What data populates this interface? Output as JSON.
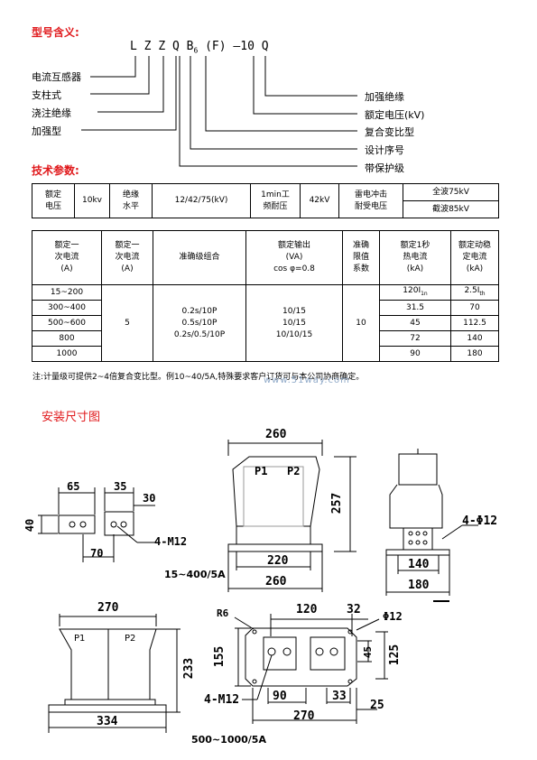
{
  "model": {
    "title": "型号含义:",
    "code_chars": [
      "L",
      "Z",
      "Z",
      "Q",
      "B"
    ],
    "code_sub": "6",
    "code_tail": "(F)",
    "code_suffix": "—10 Q",
    "left_labels": [
      "电流互感器",
      "支柱式",
      "浇注绝缘",
      "加强型"
    ],
    "right_labels": [
      "加强绝缘",
      "额定电压(kV)",
      "复合变比型",
      "设计序号",
      "带保护级"
    ]
  },
  "tech": {
    "title": "技术参数:",
    "row1": {
      "c1": "额定\n电压",
      "c2": "10kv",
      "c3": "绝缘\n水平",
      "c4": "12/42/75(kV)",
      "c5": "1min工\n频耐压",
      "c6": "42kV",
      "c7": "雷电冲击\n耐受电压",
      "c8a": "全波75kV",
      "c8b": "截波85kV"
    },
    "headers": [
      "额定一\n次电流\n(A)",
      "额定一\n次电流\n(A)",
      "准确级组合",
      "额定输出\n(VA)\ncos φ=0.8",
      "准确\n限值\n系数",
      "额定1秒\n热电流\n(kA)",
      "额定动稳\n定电流\n(kA)"
    ],
    "primary_currents": [
      "15~200",
      "300~400",
      "500~600",
      "800",
      "1000"
    ],
    "secondary_current": "5",
    "accuracy": [
      "0.2s/10P",
      "0.5s/10P",
      "0.2s/0.5/10P"
    ],
    "output": [
      "10/15",
      "10/15",
      "10/10/15"
    ],
    "alf": "10",
    "thermal": [
      "120I",
      "31.5",
      "45",
      "72",
      "90"
    ],
    "thermal_sub": "1n",
    "dynamic": [
      "2.5I",
      "70",
      "112.5",
      "140",
      "180"
    ],
    "dynamic_sub": "th",
    "note": "注:计量级可提供2~4倍复合变比型。例10~40/5A,特殊要求客户订货可与本公司协商确定。"
  },
  "watermark": "www.51way.com",
  "install": {
    "title": "安装尺寸图",
    "fig1": {
      "d65": "65",
      "d35": "35",
      "d30": "30",
      "d40": "40",
      "d70": "70",
      "bolt": "4-M12",
      "caption": "15~400/5A"
    },
    "fig2": {
      "w_top": "260",
      "p1": "P1",
      "p2": "P2",
      "h": "257",
      "d220": "220",
      "d260": "260"
    },
    "fig3": {
      "hole": "4-Φ12",
      "d140": "140",
      "d180": "180"
    },
    "fig4": {
      "w": "270",
      "p1": "P1",
      "p2": "P2",
      "h": "233",
      "base": "334"
    },
    "fig5": {
      "r6": "R6",
      "d120": "120",
      "d32": "32",
      "phi": "Φ12",
      "d155": "155",
      "d45": "45",
      "d125": "125",
      "bolt": "4-M12",
      "d90": "90",
      "d33": "33",
      "d270": "270",
      "d25": "25",
      "caption": "500~1000/5A"
    }
  }
}
